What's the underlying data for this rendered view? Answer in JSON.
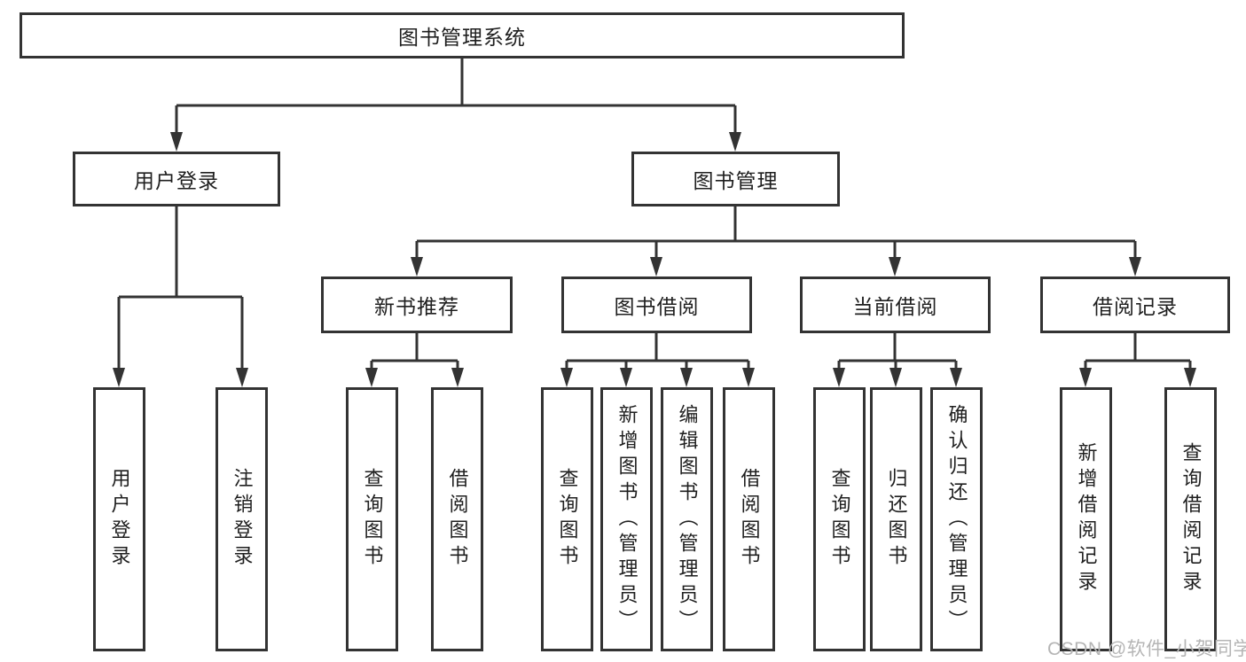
{
  "page": {
    "background_color": "#ffffff",
    "line_color": "#333333",
    "box_border_color": "#333333",
    "text_color": "#1f1f1f",
    "watermark_color": "#b5b5b5"
  },
  "diagram": {
    "type": "tree",
    "title": "图书管理系统",
    "branches": [
      {
        "label": "用户登录",
        "children": [
          "用户登录",
          "注销登录"
        ]
      },
      {
        "label": "图书管理",
        "sections": [
          {
            "label": "新书推荐",
            "children": [
              "查询图书",
              "借阅图书"
            ]
          },
          {
            "label": "图书借阅",
            "children": [
              "查询图书",
              "新增图书（管理员）",
              "编辑图书（管理员）",
              "借阅图书"
            ]
          },
          {
            "label": "当前借阅",
            "children": [
              "查询图书",
              "归还图书",
              "确认归还（管理员）"
            ]
          },
          {
            "label": "借阅记录",
            "children": [
              "新增借阅记录",
              "查询借阅记录"
            ]
          }
        ]
      }
    ]
  },
  "watermark": {
    "text": "CSDN @软件_小贺同学"
  }
}
